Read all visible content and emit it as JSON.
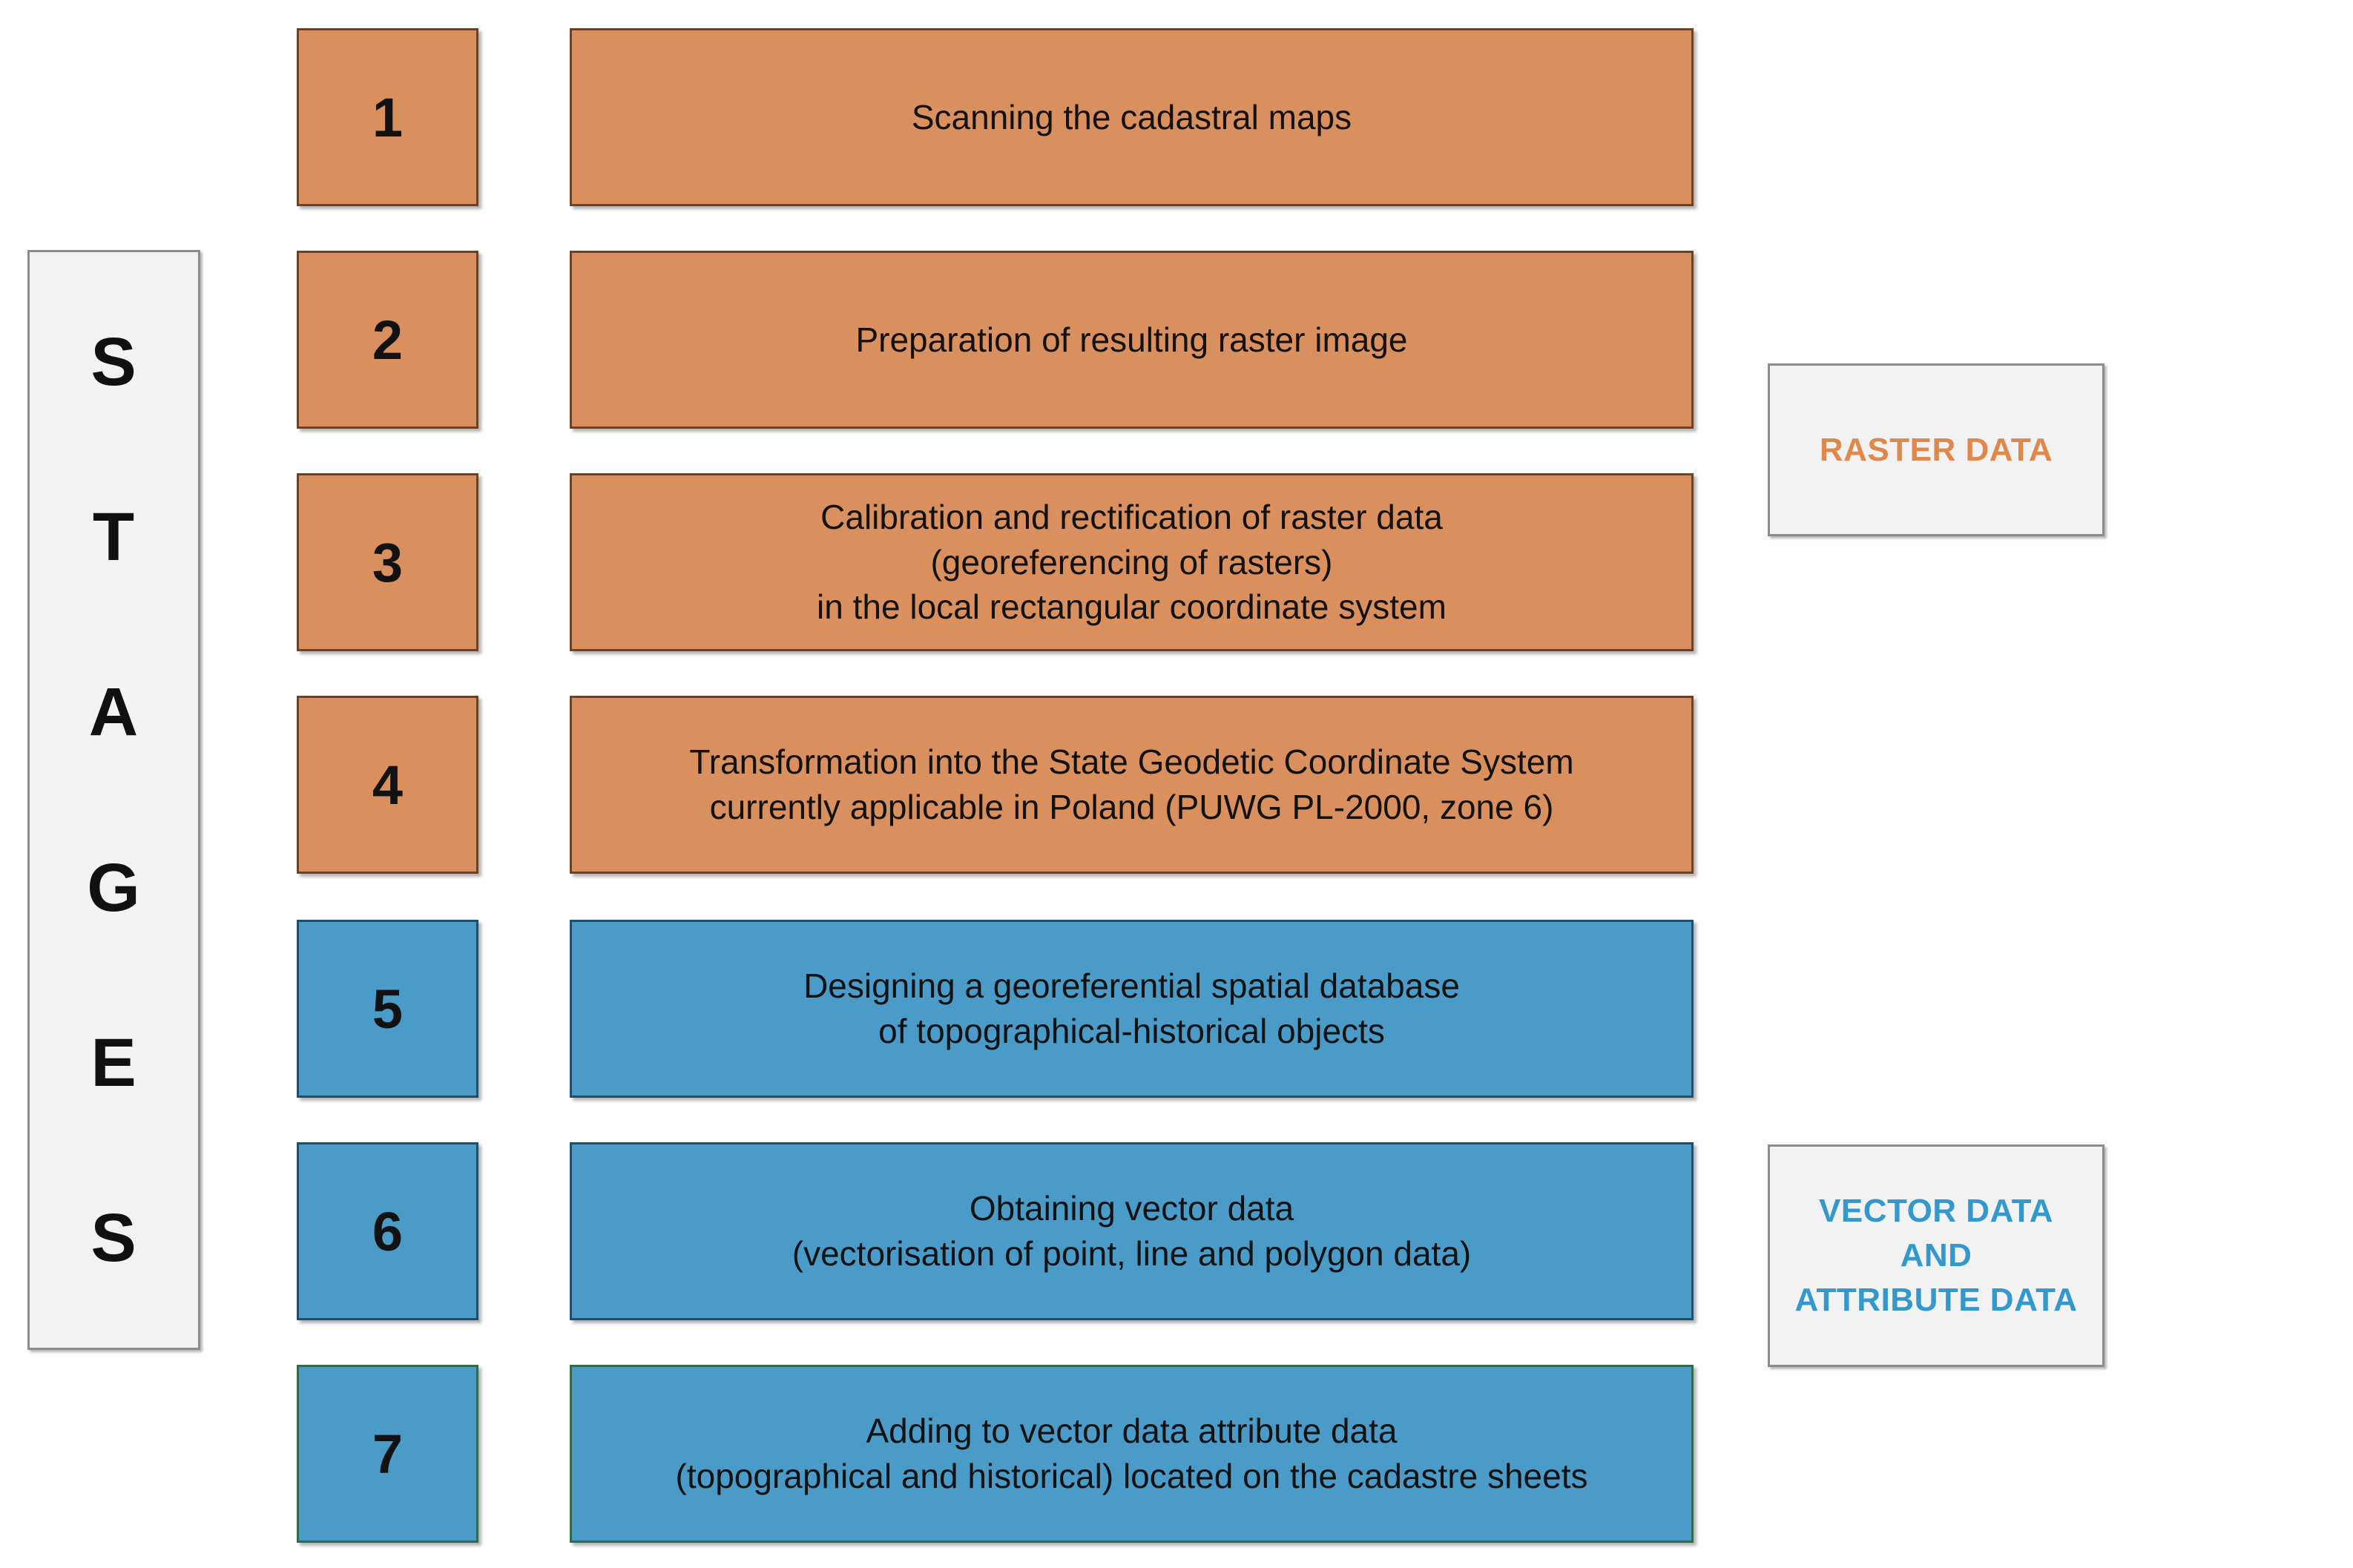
{
  "stages_label": {
    "name": "STAGES",
    "letters": [
      "S",
      "T",
      "A",
      "G",
      "E",
      "S"
    ]
  },
  "rows": [
    {
      "number": "1",
      "text": "Scanning the cadastral maps",
      "category": "raster",
      "color": "#d9905e"
    },
    {
      "number": "2",
      "text": "Preparation of resulting raster image",
      "category": "raster",
      "color": "#d9905e"
    },
    {
      "number": "3",
      "text": "Calibration and rectification of raster data\n(georeferencing of rasters)\nin the local rectangular coordinate system",
      "category": "raster",
      "color": "#d9905e"
    },
    {
      "number": "4",
      "text": "Transformation into the State Geodetic Coordinate System\ncurrently applicable in Poland (PUWG PL-2000, zone 6)",
      "category": "raster",
      "color": "#d9905e"
    },
    {
      "number": "5",
      "text": "Designing a georeferential spatial database\nof topographical-historical objects",
      "category": "vector",
      "color": "#4a9bc8"
    },
    {
      "number": "6",
      "text": "Obtaining vector data\n(vectorisation of point, line and polygon data)",
      "category": "vector",
      "color": "#4a9bc8"
    },
    {
      "number": "7",
      "text": "Adding to vector data attribute data\n(topographical and historical) located on the cadastre sheets",
      "category": "vector",
      "color": "#4a9bc8"
    }
  ],
  "legends": [
    {
      "label": "RASTER DATA",
      "color": "#e0874a"
    },
    {
      "label": "VECTOR DATA\nAND\nATTRIBUTE DATA",
      "color": "#3399cc"
    }
  ]
}
